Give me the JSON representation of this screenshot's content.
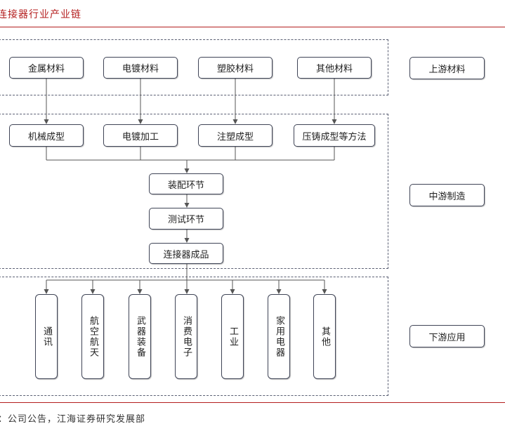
{
  "header": {
    "title": "连接器行业产业链"
  },
  "footer": {
    "source": "：公司公告，江海证券研究发展部"
  },
  "upstream": {
    "materials": [
      "金属材料",
      "电镀材料",
      "塑胶材料",
      "其他材料"
    ],
    "label": "上游材料"
  },
  "midstream": {
    "processes": [
      "机械成型",
      "电镀加工",
      "注塑成型",
      "压铸成型等方法"
    ],
    "steps": [
      "装配环节",
      "测试环节",
      "连接器成品"
    ],
    "label": "中游制造"
  },
  "downstream": {
    "applications": [
      "通讯",
      "航空航天",
      "武器装备",
      "消费电子",
      "工业",
      "家用电器",
      "其他"
    ],
    "label": "下游应用"
  },
  "colors": {
    "accent": "#b41e1e",
    "border": "#3f4456",
    "dash": "#5a5f73"
  }
}
